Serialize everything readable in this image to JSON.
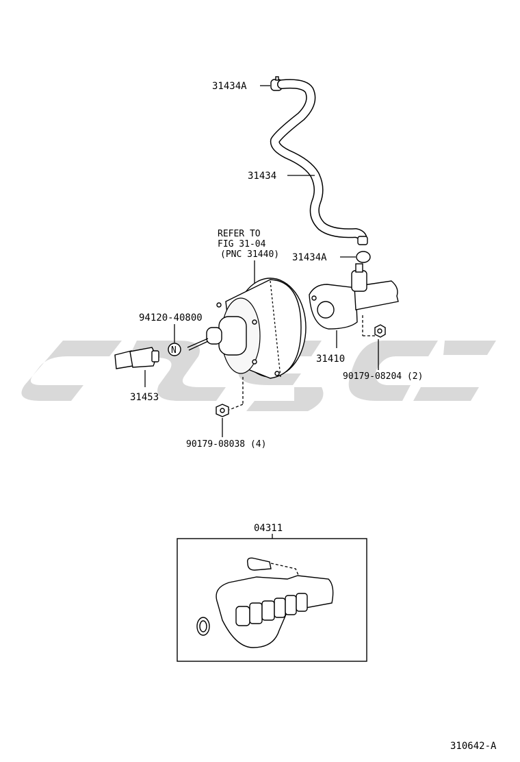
{
  "labels": {
    "hose_clip_top": "31434A",
    "hose": "31434",
    "hose_clip_bottom": "31434A",
    "refer_line1": "REFER TO",
    "refer_line2": "FIG 31-04",
    "refer_line3": "(PNC 31440)",
    "gasket": "94120-40800",
    "gasket_symbol": "N",
    "switch": "31453",
    "master_cylinder": "31410",
    "nut_small": "90179-08204 (2)",
    "nut_booster": "90179-08038 (4)",
    "repair_kit": "04311",
    "figure_id": "310642-A"
  },
  "colors": {
    "watermark": "#d9d9d9",
    "line": "#000000"
  }
}
